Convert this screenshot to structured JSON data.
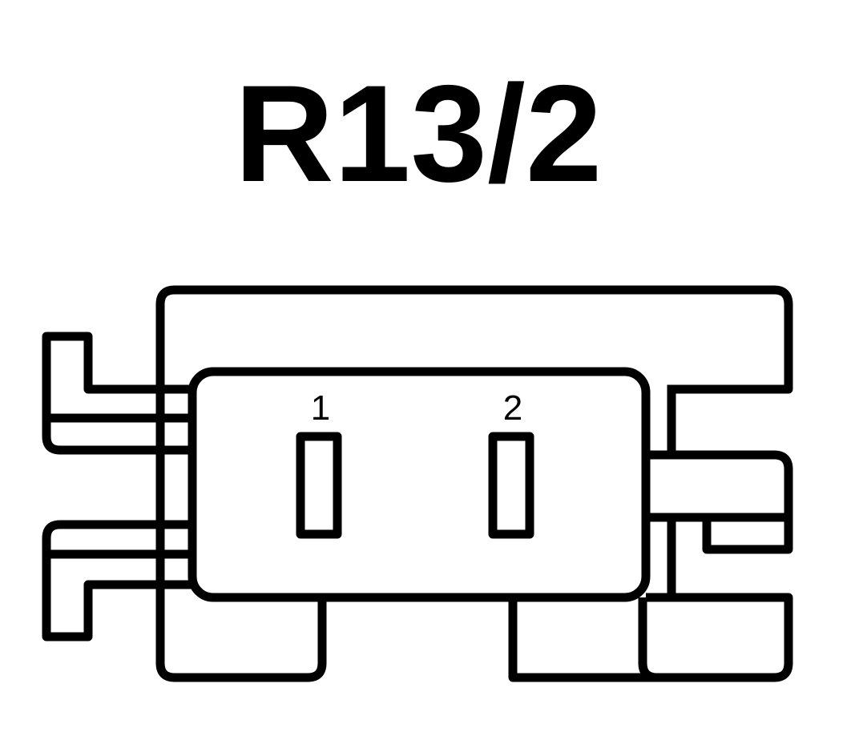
{
  "title": "R13/2",
  "pins": [
    {
      "number": "1"
    },
    {
      "number": "2"
    }
  ],
  "colors": {
    "stroke": "#000000",
    "background": "#ffffff"
  }
}
